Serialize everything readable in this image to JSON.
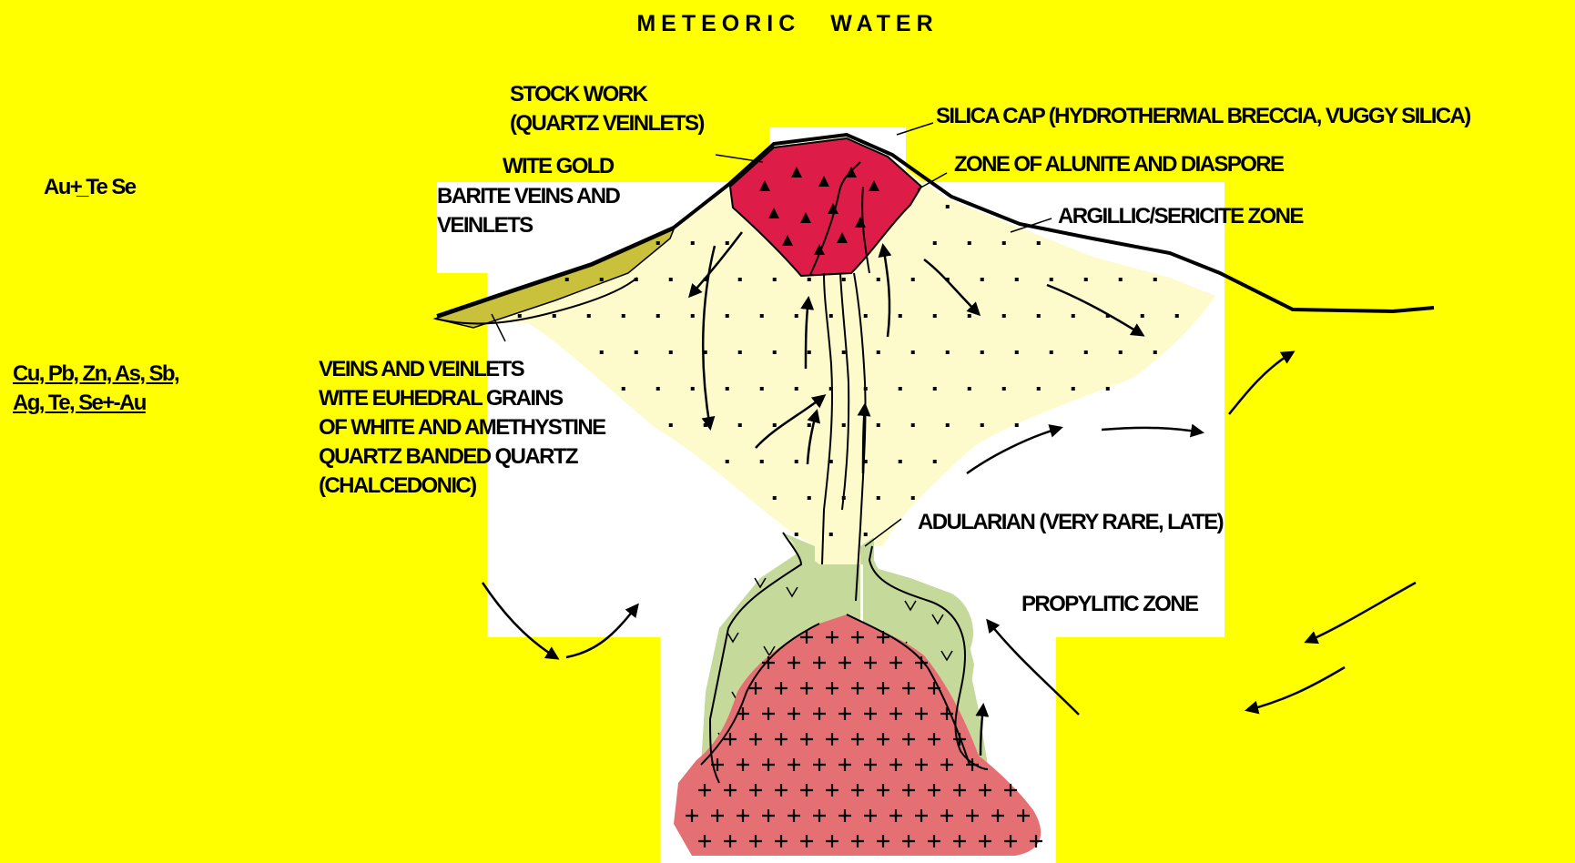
{
  "title": "METEORIC WATER",
  "labels": {
    "stockwork_line1": "STOCK WORK",
    "stockwork_line2": "(QUARTZ VEINLETS)",
    "wite_gold": "WITE GOLD",
    "barite_line1": "BARITE VEINS AND",
    "barite_line2": "VEINLETS",
    "silica_cap": "SILICA CAP (HYDROTHERMAL BRECCIA, VUGGY SILICA)",
    "alunite_zone": "ZONE OF ALUNITE AND DIASPORE",
    "argillic_zone": "ARGILLIC/SERICITE ZONE",
    "au_assoc": "Au+̲ Te Se",
    "cu_assoc_line1": "Cu, Pb, Zn, As, Sb,",
    "cu_assoc_line2": "Ag, Te, Se+-Au",
    "veins_lines": [
      "VEINS AND VEINLETS",
      "WITE EUHEDRAL GRAINS",
      "OF WHITE AND AMETHYSTINE",
      "QUARTZ BANDED QUARTZ",
      "(CHALCEDONIC)"
    ],
    "adularian": "ADULARIAN (VERY RARE, LATE)",
    "propylitic_zone": "PROPYLITIC ZONE"
  },
  "colors": {
    "background": "#ffff00",
    "white_patch": "#ffffff",
    "argillic_fill": "#fdfbcc",
    "silica_cap_fill": "#dd1d48",
    "propylitic_fill": "#c5d99b",
    "intrusion_fill": "#e57073",
    "surface_strip_fill": "#c9c13b",
    "line": "#000000"
  }
}
